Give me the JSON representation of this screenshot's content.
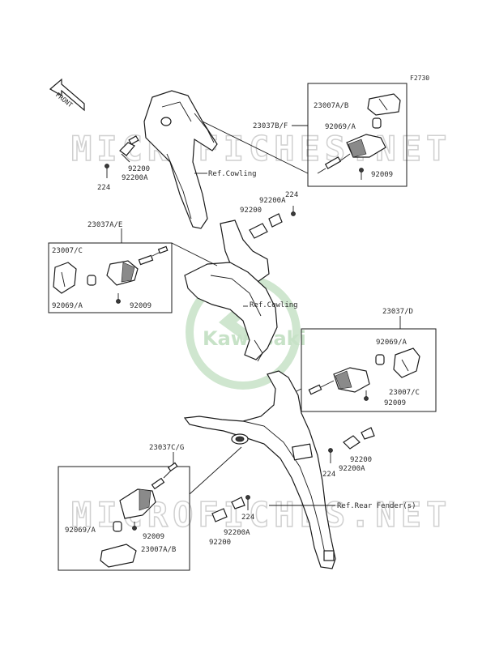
{
  "figure_code": "F2730",
  "front_label": "FRONT",
  "watermarks": [
    "MICROFICHES.NET",
    "MICROFICHES.NET"
  ],
  "logo_text": "Kawasaki",
  "colors": {
    "logo": "#c7e2c7",
    "ink": "#1a1a1a",
    "watermark": "#d0d0d0"
  },
  "labels": {
    "g1_23007AB": "23007A/B",
    "g1_23037BF": "23037B/F",
    "g1_92069A": "92069/A",
    "g1_92009": "92009",
    "g2_92200": "92200",
    "g2_224": "224",
    "g2_92200A": "92200A",
    "ref_cowling_1": "Ref.Cowling",
    "g3_92200A": "92200A",
    "g3_224": "224",
    "g3_92200": "92200",
    "g4_23037AE": "23037A/E",
    "g4_23007C": "23007/C",
    "g4_92069A": "92069/A",
    "g4_92009": "92009",
    "ref_cowling_2": "Ref.Cowling",
    "g5_23037D": "23037/D",
    "g5_92069A": "92069/A",
    "g5_23007C": "23007/C",
    "g5_92009": "92009",
    "g6_224": "224",
    "g6_92200A": "92200A",
    "g6_92200": "92200",
    "g7_23037CG": "23037C/G",
    "ref_rear_fender": "Ref.Rear Fender(s)",
    "g7_92069A": "92069/A",
    "g7_92009": "92009",
    "g7_23007AB": "23007A/B",
    "g8_224": "224",
    "g8_92200A": "92200A",
    "g8_92200": "92200"
  }
}
